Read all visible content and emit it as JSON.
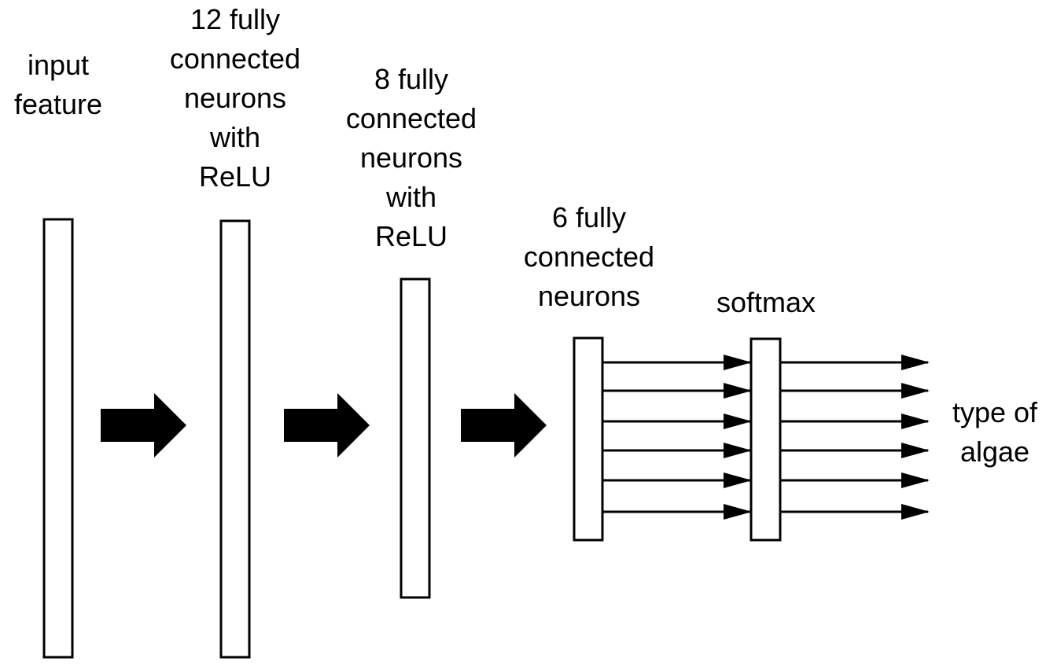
{
  "labels": {
    "input": "input\nfeature",
    "fc12": "12 fully\nconnected\nneurons\nwith\nReLU",
    "fc8": "8 fully\nconnected\nneurons\nwith\nReLU",
    "fc6": "6 fully\nconnected\nneurons",
    "softmax": "softmax",
    "output": "type of\nalgae"
  },
  "layers": [
    {
      "id": "input-feature"
    },
    {
      "id": "fc12-relu",
      "neurons": 12
    },
    {
      "id": "fc8-relu",
      "neurons": 8
    },
    {
      "id": "fc6",
      "neurons": 6
    },
    {
      "id": "softmax"
    }
  ],
  "outputs": 6,
  "colors": {
    "stroke": "#000000",
    "fill": "#ffffff"
  }
}
